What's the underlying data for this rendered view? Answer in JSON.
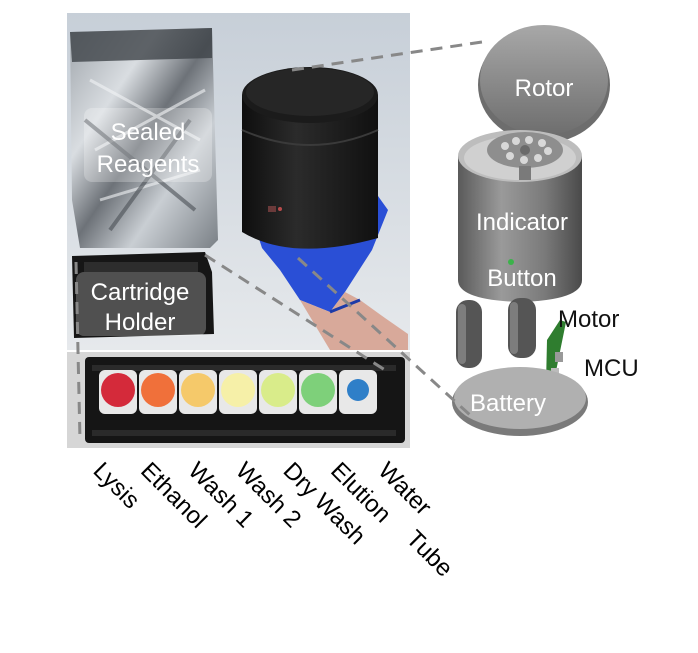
{
  "photo": {
    "sealed_reagents_line1": "Sealed",
    "sealed_reagents_line2": "Reagents",
    "cartridge_holder_line1": "Cartridge",
    "cartridge_holder_line2": "Holder"
  },
  "cad": {
    "rotor": "Rotor",
    "indicator": "Indicator",
    "button": "Button",
    "motor": "Motor",
    "mcu": "MCU",
    "battery": "Battery"
  },
  "tubes": [
    {
      "label": "Lysis",
      "color": "#d42a3a"
    },
    {
      "label": "Ethanol",
      "color": "#f0703a"
    },
    {
      "label": "Wash 1",
      "color": "#f5c96a"
    },
    {
      "label": "Wash 2",
      "color": "#f6f0a8"
    },
    {
      "label": "Dry Wash",
      "color": "#d9ec8a"
    },
    {
      "label": "Elution",
      "color": "#7ed07a"
    },
    {
      "label": "Water",
      "color": "#2f7fc8"
    }
  ],
  "extra_labels": {
    "tube": "Tube"
  }
}
